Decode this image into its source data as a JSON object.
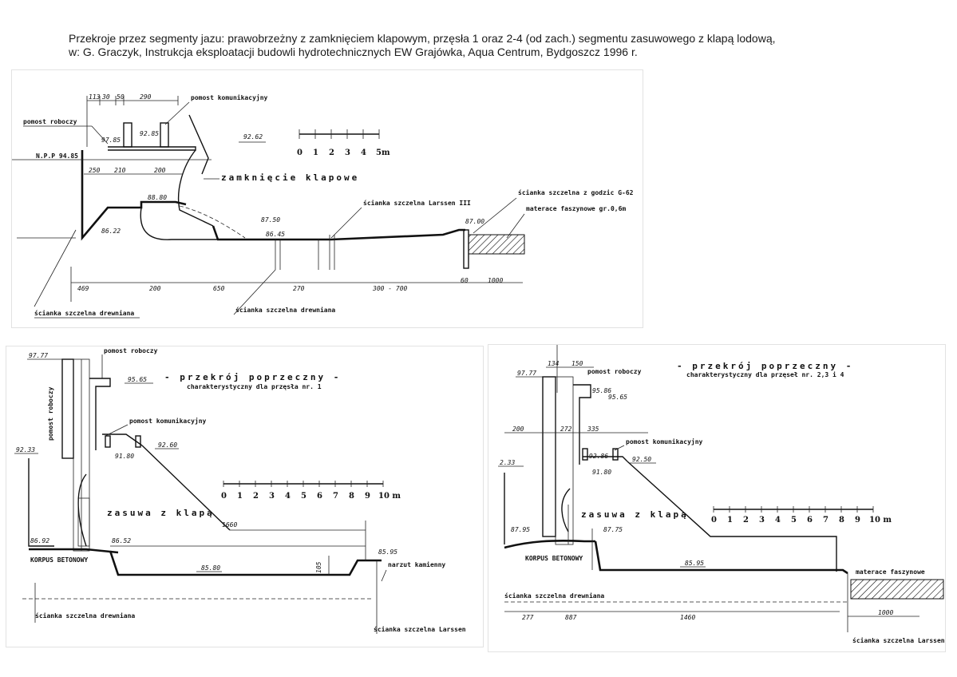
{
  "caption": {
    "line1": "Przekroje przez segmenty jazu: prawobrzeżny z zamknięciem klapowym, przęsła 1 oraz 2-4 (od zach.) segmentu zasuwowego z klapą lodową,",
    "line2": "w: G. Graczyk, Instrukcja eksploatacji budowli hydrotechnicznych EW Grajówka, Aqua Centrum, Bydgoszcz 1996 r."
  },
  "top": {
    "labels": {
      "pomost_roboczy": "pomost roboczy",
      "pomost_komunikacyjny": "pomost komunikacyjny",
      "npp": "N.P.P 94.85",
      "zamkniecie": "zamknięcie klapowe",
      "scianka_larssen": "ścianka szczelna Larssen III",
      "scianka_godzic": "ścianka szczelna z godzic G-62",
      "materace": "materace faszynowe gr.0,6m",
      "scianka_drewniana_1": "ścianka szczelna drewniana",
      "scianka_drewniana_2": "ścianka szczelna drewniana"
    },
    "elevations": [
      "97.85",
      "92.62",
      "92.85",
      "88.80",
      "86.22",
      "87.50",
      "86.45",
      "87.00"
    ],
    "dims_top": [
      "113",
      "30",
      "50",
      "290"
    ],
    "dims_mid": [
      "250",
      "210",
      "200"
    ],
    "dims_bottom": [
      "469",
      "200",
      "650",
      "270",
      "300 - 700",
      "60",
      "1000"
    ],
    "scale": [
      "0",
      "1",
      "2",
      "3",
      "4",
      "5m"
    ]
  },
  "bl": {
    "title": "- przekrój poprzeczny -",
    "subtitle": "charakterystyczny dla przęsła nr. 1",
    "labels": {
      "pomost_roboczy": "pomost roboczy",
      "pomost_roboczy_v": "pomost roboczy",
      "pomost_komunikacyjny": "pomost komunikacyjny",
      "zasuwa": "zasuwa z klapą",
      "korpus": "KORPUS BETONOWY",
      "narzut": "narzut kamienny",
      "scianka_drewniana": "ścianka szczelna drewniana",
      "scianka_larssen": "ścianka szczelna Larssen"
    },
    "elevations": [
      "97.77",
      "95.65",
      "92.60",
      "91.80",
      "92.33",
      "86.92",
      "86.52",
      "85.80",
      "85.95"
    ],
    "dims": [
      "1660",
      "105"
    ],
    "scale": [
      "0",
      "1",
      "2",
      "3",
      "4",
      "5",
      "6",
      "7",
      "8",
      "9",
      "10 m"
    ]
  },
  "br": {
    "title": "- przekrój poprzeczny -",
    "subtitle": "charakterystyczny dla przęseł nr. 2,3 i 4",
    "labels": {
      "pomost_roboczy": "pomost roboczy",
      "pomost_komunikacyjny": "pomost komunikacyjny",
      "zasuwa": "zasuwa z klapą",
      "korpus": "KORPUS BETONOWY",
      "materace": "materace faszynowe",
      "scianka_drewniana": "ścianka szczelna drewniana",
      "scianka_larssen": "ścianka szczelna Larssen"
    },
    "elevations": [
      "97.77",
      "95.86",
      "95.65",
      "92.86",
      "92.50",
      "91.80",
      "87.95",
      "87.75",
      "85.95",
      "2.33"
    ],
    "dims": [
      "134",
      "150",
      "200",
      "272",
      "335",
      "277",
      "887",
      "1460",
      "1000"
    ],
    "scale": [
      "0",
      "1",
      "2",
      "3",
      "4",
      "5",
      "6",
      "7",
      "8",
      "9",
      "10 m"
    ]
  }
}
